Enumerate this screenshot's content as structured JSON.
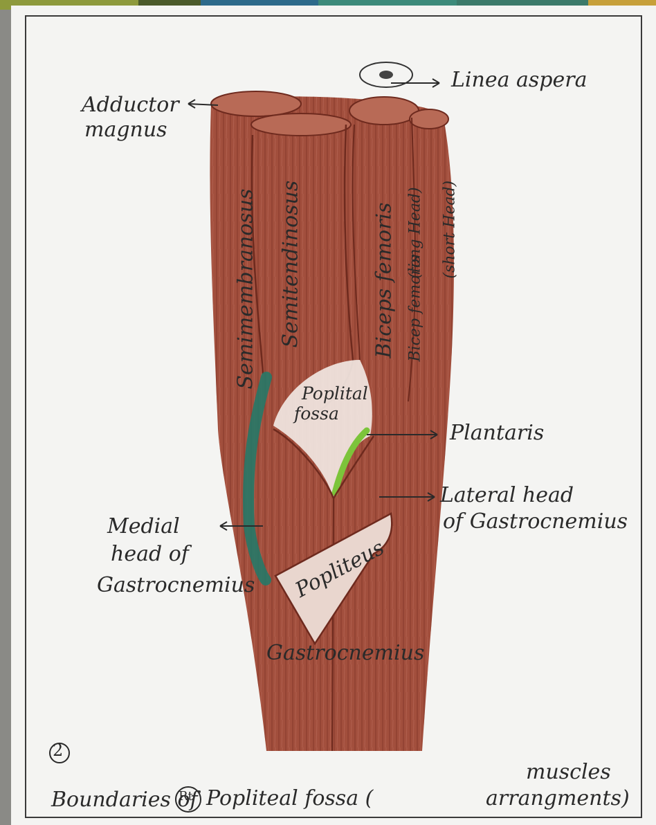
{
  "figure_number": "2",
  "title": {
    "part1": "Boundaries of",
    "circled": "Rt",
    "part2": "Popliteal fossa (",
    "part3": "muscles",
    "part4": "arrangments)"
  },
  "labels": {
    "adductor_magnus_1": "Adductor",
    "adductor_magnus_2": "magnus",
    "linea_aspera": "Linea aspera",
    "semimembranosus": "Semimembranosus",
    "semitendinosus": "Semitendinosus",
    "biceps_long": "Biceps femoris",
    "biceps_long_sub": "(long Head)",
    "biceps_short": "Bicep femoris",
    "biceps_short_sub": "(short Head)",
    "popliteal_fossa_1": "Poplital",
    "popliteal_fossa_2": "fossa",
    "plantaris": "Plantaris",
    "lateral_head_1": "Lateral head",
    "lateral_head_2": "of Gastrocnemius",
    "medial_head_1": "Medial",
    "medial_head_2": "head of",
    "medial_head_3": "Gastrocnemius",
    "popliteus": "Popliteus",
    "gastrocnemius": "Gastrocnemius"
  },
  "colors": {
    "muscle": "#a24f3d",
    "muscle_dark": "#6e2a1e",
    "tendon_teal": "#1f7a6a",
    "plantaris_green": "#7cc43a",
    "paper": "#f4f4f2",
    "ink": "#2a2a2a"
  }
}
